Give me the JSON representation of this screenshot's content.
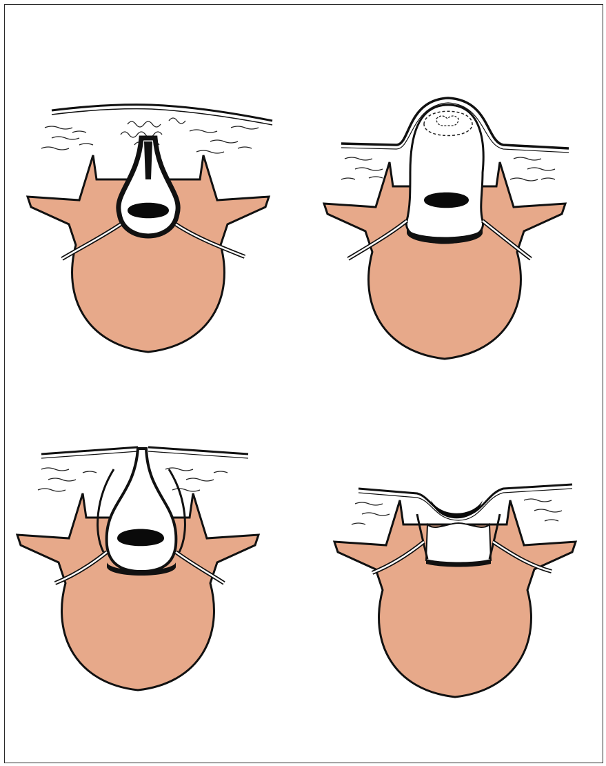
{
  "figure": {
    "panels": [
      {
        "id": "top-left",
        "description_key": "panel-1"
      },
      {
        "id": "top-right",
        "description_key": "panel-2"
      },
      {
        "id": "bottom-left",
        "description_key": "panel-3"
      },
      {
        "id": "bottom-right",
        "description_key": "panel-4"
      }
    ]
  },
  "colors": {
    "bone": "#e7a98a",
    "outline": "#111111",
    "sac": "#ffffff",
    "cord": "#0a0a0a",
    "background": "#ffffff"
  }
}
